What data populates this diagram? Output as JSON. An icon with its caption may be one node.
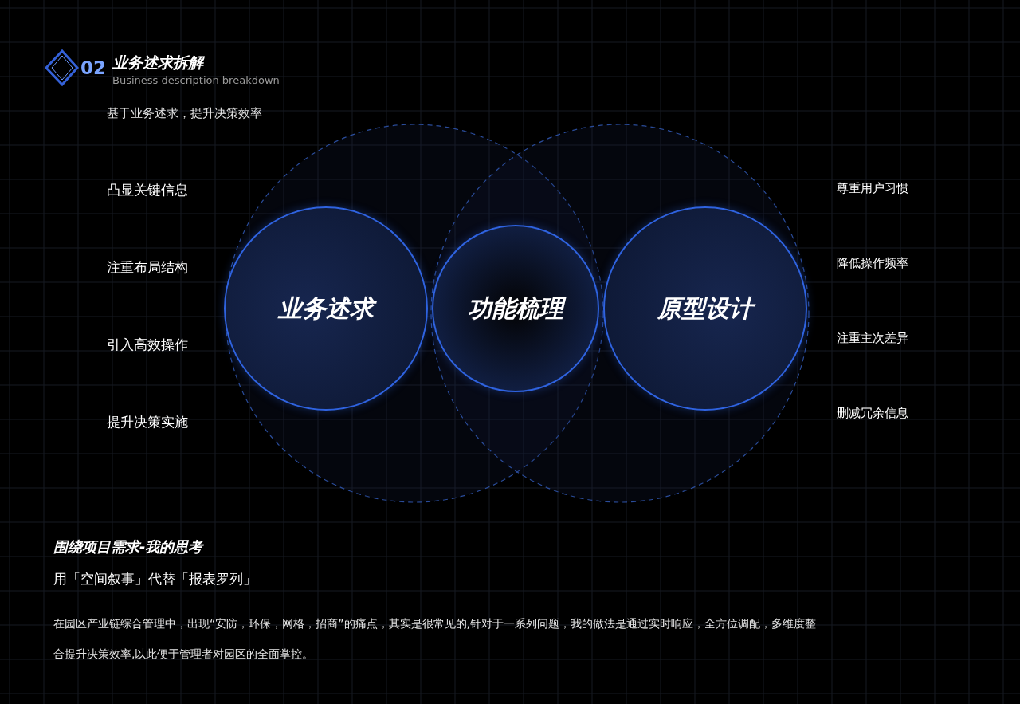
{
  "diagram": {
    "title": "业务述求拆解",
    "nodes": [
      {
        "text": [
          "业务述求"
        ]
      },
      {
        "text": [
          "功能梳理"
        ]
      },
      {
        "text": [
          "原型设计"
        ]
      }
    ],
    "labels": [
      "02",
      "Business description breakdown",
      "基于业务述求，提升决策效率",
      "凸显关键信息",
      "注重布局结构",
      "引入高效操作",
      "提升决策实施",
      "尊重用户习惯",
      "降低操作频率",
      "注重主次差异",
      "删减冗余信息",
      "围绕项目需求-我的思考",
      "用「空间叙事」代替「报表罗列」",
      "在园区产业链综合管理中，出现“安防，环保，网格，招商”的痛点，其实是很常见的,针对于一系列问题，我的做法是通过实时响应，全方位调配，多维度整合提升决策效率,以此便于管理者对园区的全面掌控。"
    ]
  }
}
